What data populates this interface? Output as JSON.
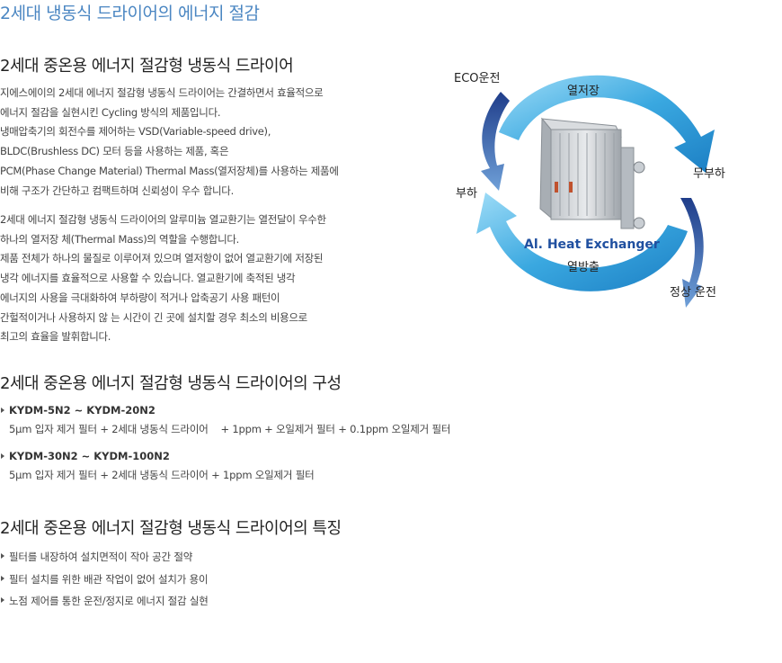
{
  "page_title": "2세대 냉동식 드라이어의 에너지 절감",
  "section1": {
    "title": "2세대 중온용 에너지 절감형 냉동식 드라이어",
    "para1": [
      "지에스에이의 2세대 에너지 절감형 냉동식 드라이어는 간결하면서 효율적으로",
      "에너지 절감을 실현시킨 Cycling 방식의 제품입니다.",
      "냉매압축기의 회전수를 제어하는 VSD(Variable-speed drive),",
      "BLDC(Brushless DC) 모터 등을 사용하는 제품, 혹은",
      "PCM(Phase Change Material) Thermal Mass(열저장체)를 사용하는 제품에",
      "비해 구조가 간단하고 컴팩트하며 신뢰성이 우수 합니다."
    ],
    "para2": [
      "2세대 에너지 절감형 냉동식 드라이어의 알루미늄 열교환기는 열전달이 우수한",
      "하나의 열저장 체(Thermal Mass)의 역할을 수행합니다.",
      "제품 전체가 하나의 물질로 이루어져 있으며 열저항이 없어 열교환기에 저장된",
      "냉각 에너지를 효율적으로 사용할 수 있습니다. 열교환기에 축적된 냉각",
      "에너지의 사용을 극대화하여 부하량이 적거나 압축공기 사용 패턴이",
      "간헐적이거나 사용하지 않 는 시간이 긴 곳에 설치할 경우 최소의 비용으로",
      "최고의 효율을 발휘합니다."
    ]
  },
  "diagram": {
    "eco": "ECO운전",
    "storage": "열저장",
    "no_load": "무부하",
    "load": "부하",
    "exchanger": "Al. Heat Exchanger",
    "release": "열방출",
    "normal": "정상 운전",
    "arrow_color": "#3aa8e0",
    "dark_arrow_color": "#1f3d8a"
  },
  "section2": {
    "title": "2세대 중온용 에너지 절감형 냉동식 드라이어의 구성",
    "models": [
      {
        "name": "KYDM-5N2 ~ KYDM-20N2",
        "desc": "5μm 입자 제거 필터 + 2세대 냉동식 드라이어    + 1ppm + 오일제거 필터 + 0.1ppm 오일제거 필터"
      },
      {
        "name": "KYDM-30N2 ~ KYDM-100N2",
        "desc": "5μm 입자 제거 필터 + 2세대 냉동식 드라이어 + 1ppm 오일제거 필터"
      }
    ]
  },
  "section3": {
    "title": "2세대 중온용 에너지 절감형 냉동식 드라이어의 특징",
    "features": [
      "필터를 내장하여 설치면적이 작아 공간 절약",
      "필터 설치를 위한 배관 작업이 없어 설치가 용이",
      "노점 제어를 통한 운전/정지로 에너지 절감 실현"
    ]
  }
}
